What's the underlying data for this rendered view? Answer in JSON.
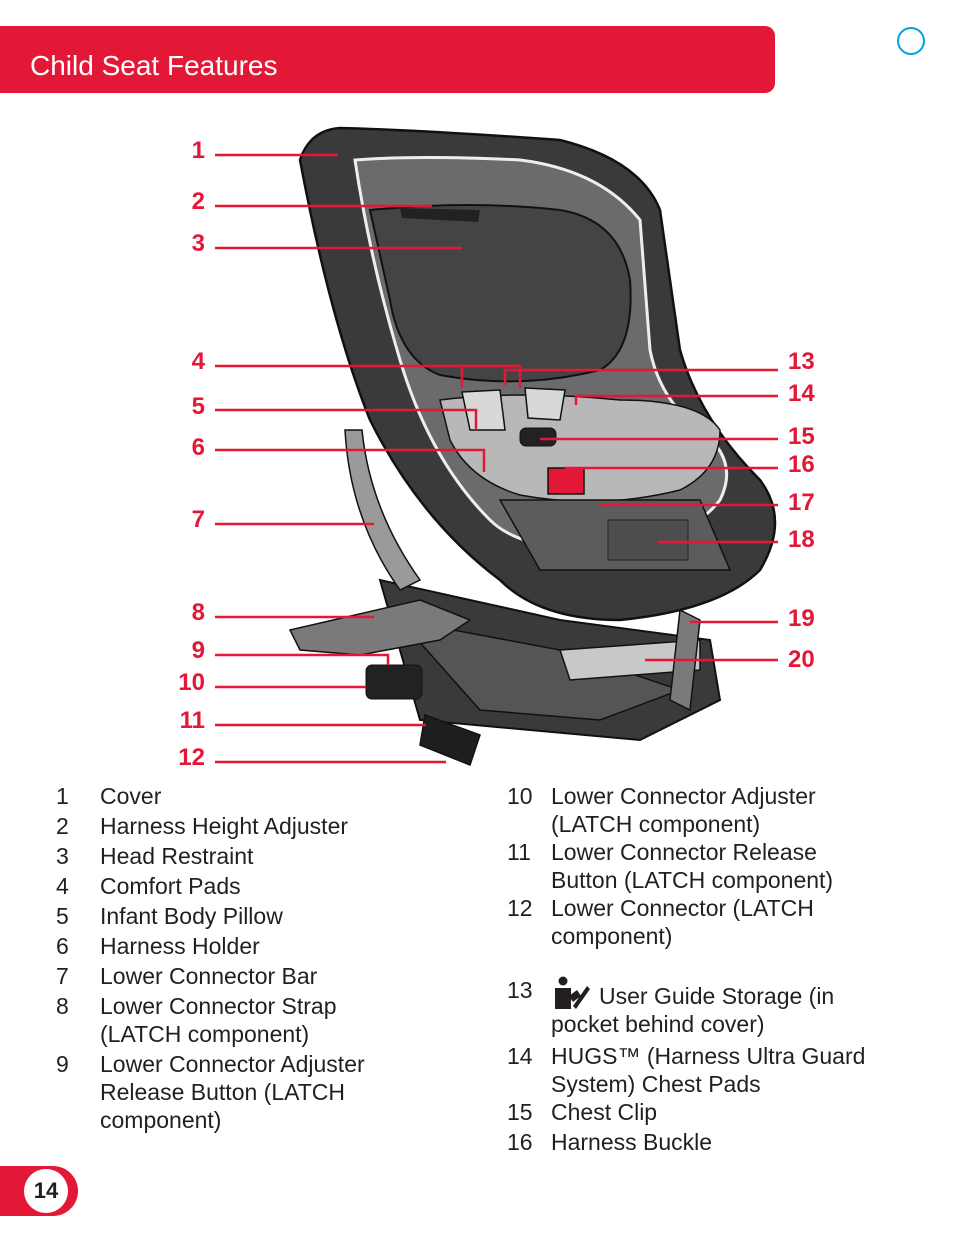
{
  "header": {
    "title": "Child Seat Features"
  },
  "page_number": "14",
  "callouts_left": [
    "1",
    "2",
    "3",
    "4",
    "5",
    "6",
    "7",
    "8",
    "9",
    "10",
    "11",
    "12"
  ],
  "callouts_right": [
    "13",
    "14",
    "15",
    "16",
    "17",
    "18",
    "19",
    "20"
  ],
  "list_left": [
    {
      "num": "1",
      "text": "Cover"
    },
    {
      "num": "2",
      "text": "Harness Height Adjuster"
    },
    {
      "num": "3",
      "text": "Head Restraint"
    },
    {
      "num": "4",
      "text": "Comfort Pads"
    },
    {
      "num": "5",
      "text": "Infant Body Pillow"
    },
    {
      "num": "6",
      "text": "Harness Holder"
    },
    {
      "num": "7",
      "text": "Lower Connector Bar"
    },
    {
      "num": "8",
      "text": "Lower Connector Strap (LATCH component)"
    },
    {
      "num": "9",
      "text": "Lower Connector Adjuster Release Button (LATCH component)"
    }
  ],
  "list_right": [
    {
      "num": "10",
      "text": "Lower Connector Adjuster (LATCH component)"
    },
    {
      "num": "11",
      "text": "Lower Connector Release Button (LATCH component)"
    },
    {
      "num": "12",
      "text": "Lower Connector (LATCH component)"
    },
    {
      "num": "13",
      "text": "User Guide Storage (in pocket behind cover)"
    },
    {
      "num": "14",
      "text": "HUGS™ (Harness Ultra Guard System) Chest Pads"
    },
    {
      "num": "15",
      "text": "Chest Clip"
    },
    {
      "num": "16",
      "text": "Harness Buckle"
    }
  ],
  "colors": {
    "accent": "#e31837",
    "seat_dark": "#3a3a3a",
    "seat_mid": "#6b6b6b",
    "seat_light": "#b8b8b8"
  },
  "icons": {
    "guide": "user-guide-icon"
  }
}
